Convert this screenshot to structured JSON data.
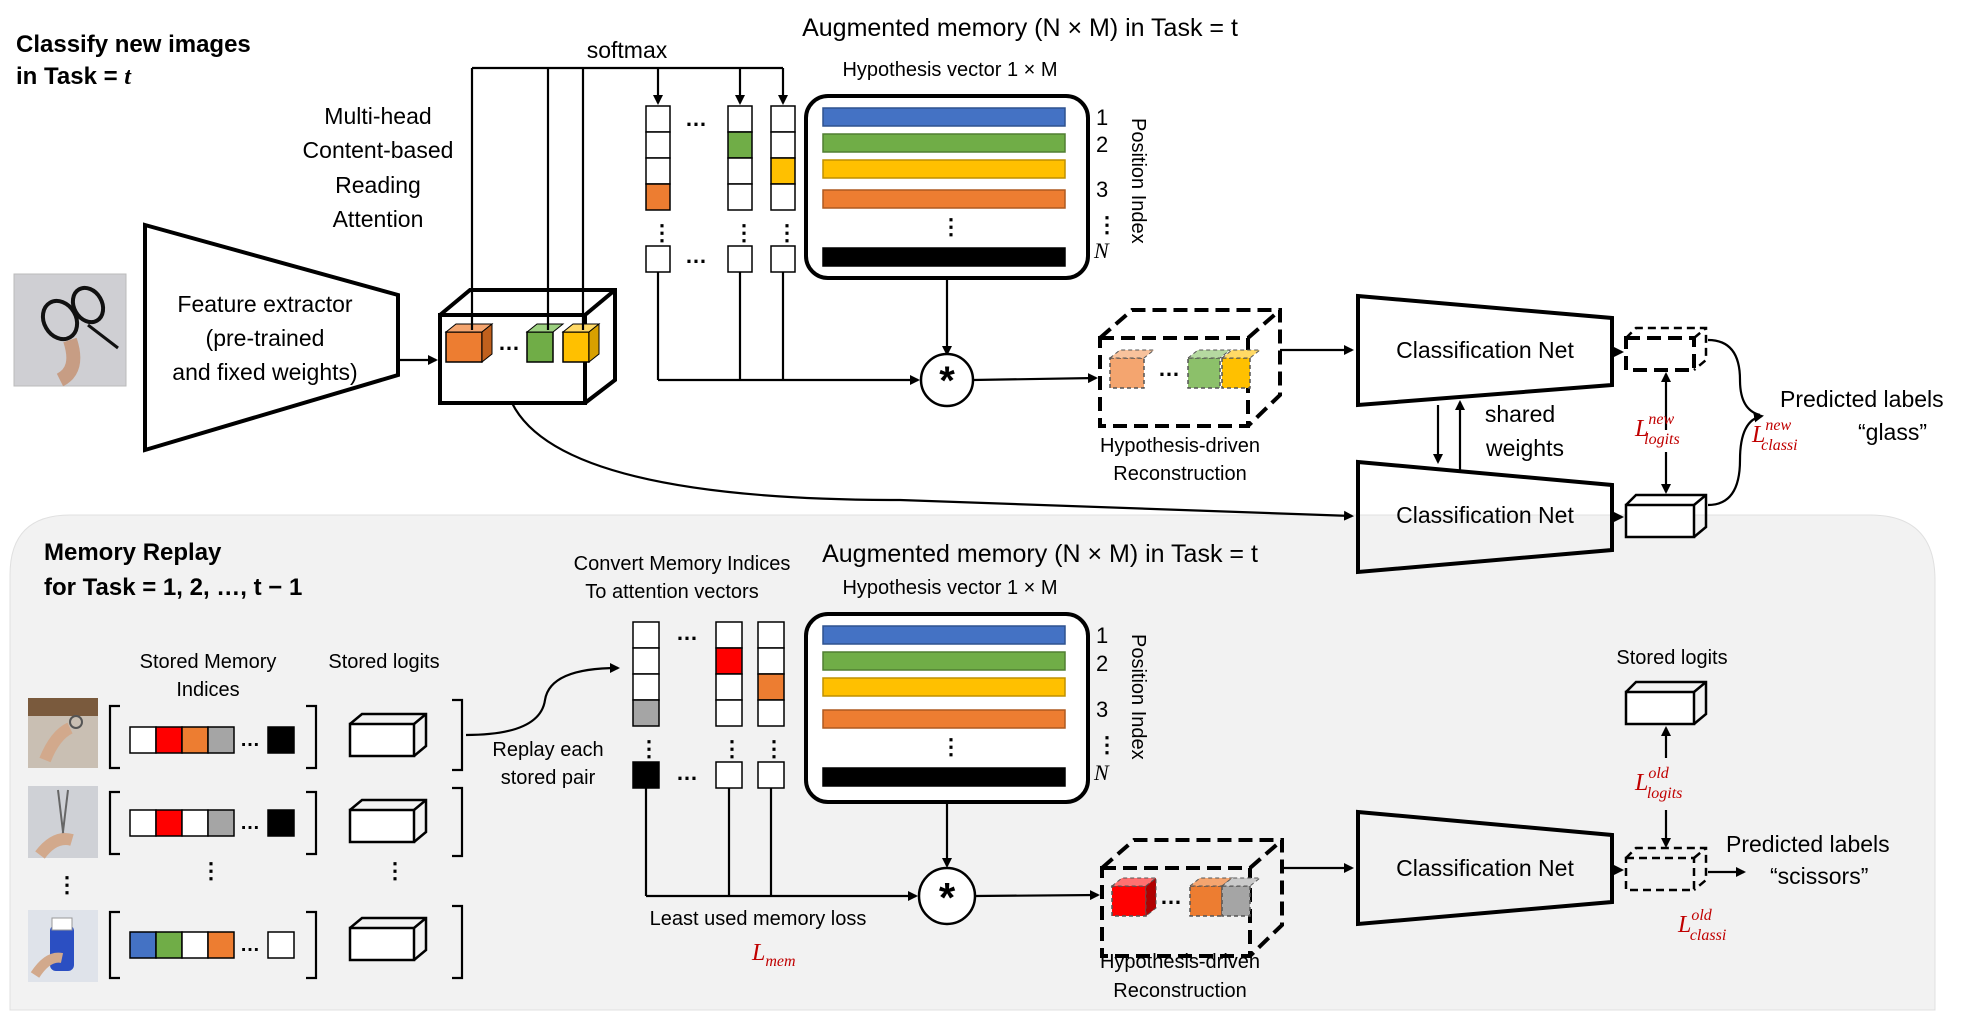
{
  "top": {
    "title_line1": "Classify new images",
    "title_line2": "in Task = ",
    "title_var": "t",
    "attention_label": [
      "Multi-head",
      "Content-based",
      "Reading",
      "Attention"
    ],
    "softmax": "softmax",
    "feature_extractor": [
      "Feature extractor",
      "(pre-trained",
      "and fixed weights)"
    ],
    "memory_title": "Augmented memory (N × M) in Task = t",
    "hypothesis_vector": "Hypothesis vector 1 × M",
    "position_index": "Position Index",
    "index_labels": [
      "1",
      "2",
      "3",
      "N"
    ],
    "hypothesis_caption": [
      "Hypothesis-driven",
      "Reconstruction"
    ],
    "class_net_1": "Classification Net",
    "class_net_2": "Classification Net",
    "shared_weights": [
      "shared",
      "weights"
    ],
    "loss_logits": "L",
    "loss_logits_sup": "new",
    "loss_logits_sub": "logits",
    "loss_classi": "L",
    "loss_classi_sup": "new",
    "loss_classi_sub": "classi",
    "predicted_labels": "Predicted labels",
    "predicted_value": "“glass”"
  },
  "bottom": {
    "title_line1": "Memory Replay",
    "title_line2": "for Task = 1, 2, …, t − 1",
    "stored_indices": [
      "Stored Memory",
      "Indices"
    ],
    "stored_logits": "Stored logits",
    "convert": [
      "Convert Memory Indices",
      "To attention vectors"
    ],
    "replay": [
      "Replay each",
      "stored pair"
    ],
    "memory_title": "Augmented memory (N × M) in Task = t",
    "hypothesis_vector": "Hypothesis vector 1 × M",
    "position_index": "Position Index",
    "index_labels": [
      "1",
      "2",
      "3",
      "N"
    ],
    "least_used": "Least used memory loss",
    "loss_mem": "L",
    "loss_mem_sub": "mem",
    "hypothesis_caption": [
      "Hypothesis-driven",
      "Reconstruction"
    ],
    "class_net": "Classification Net",
    "stored_logits_right": "Stored logits",
    "loss_logits": "L",
    "loss_logits_sup": "old",
    "loss_logits_sub": "logits",
    "loss_classi": "L",
    "loss_classi_sup": "old",
    "loss_classi_sub": "classi",
    "predicted_labels": "Predicted labels",
    "predicted_value": "“scissors”"
  },
  "colors": {
    "blue": "#4472c4",
    "green": "#70ad47",
    "yellow": "#ffc000",
    "orange": "#ed7d31",
    "red": "#ff0000",
    "gray": "#a5a5a5",
    "black": "#000000",
    "loss_red": "#c00000",
    "panel": "#f2f2f2"
  },
  "icons": {
    "glasses_photo": "glasses-photo-icon",
    "scissors_photo_1": "scissors-photo-icon",
    "scissors_photo_2": "scissors-photo-icon",
    "object_photo_3": "bottle-photo-icon"
  }
}
